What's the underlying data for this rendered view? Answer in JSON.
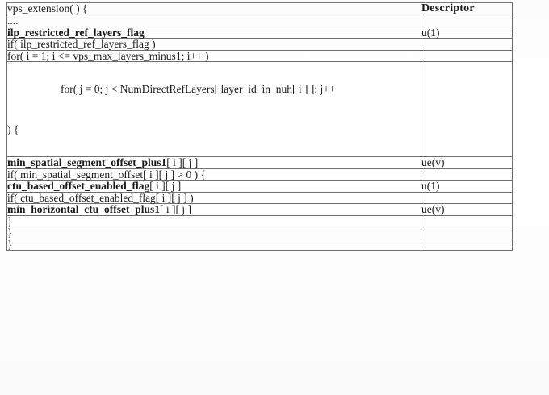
{
  "document": {
    "kind": "syntax-specification-table",
    "columns": [
      "",
      "Descriptor"
    ]
  },
  "table": {
    "header": {
      "syntax": "vps_extension( ) {",
      "descriptor": "Descriptor"
    },
    "rows": [
      {
        "indent": 0,
        "bold": false,
        "syntax": "....",
        "descriptor": ""
      },
      {
        "indent": 1,
        "bold": true,
        "syntax": "ilp_restricted_ref_layers_flag",
        "descriptor": "u(1)"
      },
      {
        "indent": 1,
        "bold": false,
        "syntax": "if( ilp_restricted_ref_layers_flag )",
        "descriptor": ""
      },
      {
        "indent": 2,
        "bold": false,
        "syntax": "for( i = 1; i <= vps_max_layers_minus1; i++ )",
        "descriptor": ""
      },
      {
        "indent": 3,
        "bold": false,
        "wrapped": true,
        "syntax_line1": "for( j = 0; j < NumDirectRefLayers[ layer_id_in_nuh[ i ] ]; j++",
        "syntax_line2": ") {",
        "syntax": "for( j = 0; j < NumDirectRefLayers[ layer_id_in_nuh[ i ] ]; j++ ) {",
        "descriptor": ""
      },
      {
        "indent": 4,
        "bold": true,
        "syntax_bold": "min_spatial_segment_offset_plus1",
        "syntax_tail": "[ i ][ j ]",
        "syntax": "min_spatial_segment_offset_plus1[ i ][ j ]",
        "descriptor": "ue(v)"
      },
      {
        "indent": 4,
        "bold": false,
        "syntax": "if( min_spatial_segment_offset[ i ][ j ] > 0 ) {",
        "descriptor": ""
      },
      {
        "indent": 4,
        "bold": true,
        "syntax_bold": "ctu_based_offset_enabled_flag",
        "syntax_tail": "[ i ][ j ]",
        "syntax": "ctu_based_offset_enabled_flag[ i ][ j ]",
        "descriptor": "u(1)"
      },
      {
        "indent": 4,
        "bold": false,
        "syntax": "if( ctu_based_offset_enabled_flag[ i ][ j ] )",
        "descriptor": ""
      },
      {
        "indent": 5,
        "bold": true,
        "syntax_bold": "min_horizontal_ctu_offset_plus1",
        "syntax_tail": "[ i ][ j ]",
        "syntax": "min_horizontal_ctu_offset_plus1[ i ][ j ]",
        "descriptor": "ue(v)"
      },
      {
        "indent": 4,
        "bold": false,
        "syntax": "}",
        "descriptor": ""
      },
      {
        "indent": 3,
        "bold": false,
        "syntax": "}",
        "descriptor": ""
      },
      {
        "indent": 0,
        "bold": false,
        "syntax": "}",
        "descriptor": ""
      }
    ]
  }
}
